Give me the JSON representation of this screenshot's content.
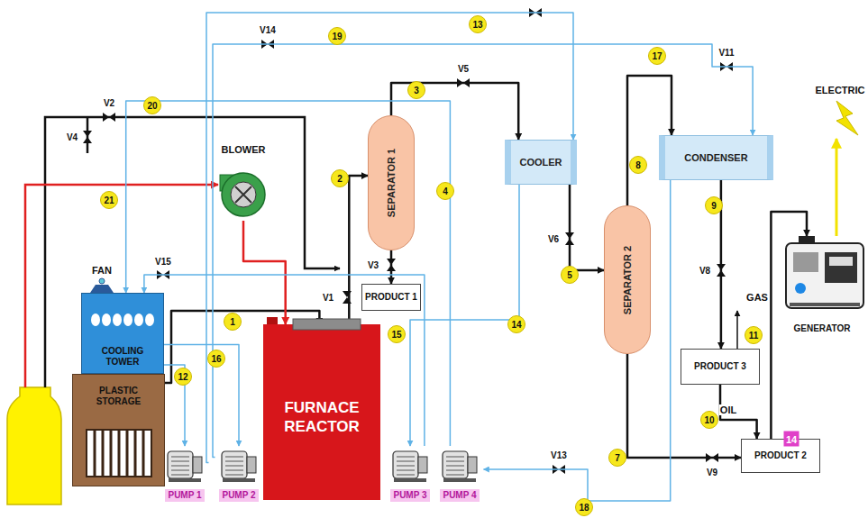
{
  "diagram": {
    "nodes": [
      {
        "text": [
          "FURNACE REACTOR"
        ]
      },
      {
        "text": [
          "COOLING TOWER"
        ]
      },
      {
        "text": [
          "PLASTIC STORAGE"
        ]
      },
      {
        "text": [
          "BLOWER"
        ]
      },
      {
        "text": [
          "SEPARATOR 1"
        ]
      },
      {
        "text": [
          "PRODUCT 1"
        ]
      },
      {
        "text": [
          "COOLER"
        ]
      },
      {
        "text": [
          "SEPARATOR 2"
        ]
      },
      {
        "text": [
          "CONDENSER"
        ]
      },
      {
        "text": [
          "PRODUCT 3"
        ]
      },
      {
        "text": [
          "PRODUCT 2"
        ]
      },
      {
        "text": [
          "GENERATOR"
        ]
      },
      {
        "text": [
          "PUMP 1"
        ]
      },
      {
        "text": [
          "PUMP 2"
        ]
      },
      {
        "text": [
          "PUMP 3"
        ]
      },
      {
        "text": [
          "PUMP 4"
        ]
      }
    ],
    "edges": [
      {
        "from": 2,
        "to": 0,
        "arrow": "to"
      },
      {
        "from": 0,
        "to": 4,
        "arrow": "to"
      },
      {
        "from": 4,
        "to": 5,
        "arrow": "to"
      },
      {
        "from": 4,
        "to": 6,
        "arrow": "to"
      },
      {
        "from": 6,
        "to": 7,
        "arrow": "to"
      },
      {
        "from": 7,
        "to": 8,
        "arrow": "to"
      },
      {
        "from": 8,
        "to": 9,
        "arrow": "to"
      },
      {
        "from": 7,
        "to": 10,
        "arrow": "to"
      },
      {
        "from": 9,
        "to": 10,
        "arrow": "to"
      },
      {
        "from": 10,
        "to": 11,
        "arrow": "to"
      },
      {
        "from": 3,
        "to": 0,
        "arrow": "to"
      },
      {
        "from": 1,
        "to": 12,
        "arrow": "to"
      },
      {
        "from": 1,
        "to": 13,
        "arrow": "to"
      },
      {
        "from": 12,
        "to": 6,
        "arrow": "to"
      },
      {
        "from": 13,
        "to": 8,
        "arrow": "to"
      },
      {
        "from": 6,
        "to": 14,
        "arrow": "to"
      },
      {
        "from": 8,
        "to": 15,
        "arrow": "to"
      },
      {
        "from": 14,
        "to": 1,
        "arrow": "to"
      },
      {
        "from": 15,
        "to": 1,
        "arrow": "to"
      }
    ],
    "labels": [
      "1",
      "2",
      "3",
      "4",
      "5",
      "7",
      "8",
      "9",
      "10",
      "11",
      "12",
      "13",
      "14",
      "15",
      "16",
      "17",
      "18",
      "19",
      "20",
      "21",
      "V1",
      "V2",
      "V3",
      "V4",
      "V5",
      "V6",
      "V8",
      "V9",
      "V11",
      "V13",
      "V14",
      "V15",
      "FAN",
      "GAS",
      "OIL",
      "ELECTRIC",
      "14"
    ]
  }
}
